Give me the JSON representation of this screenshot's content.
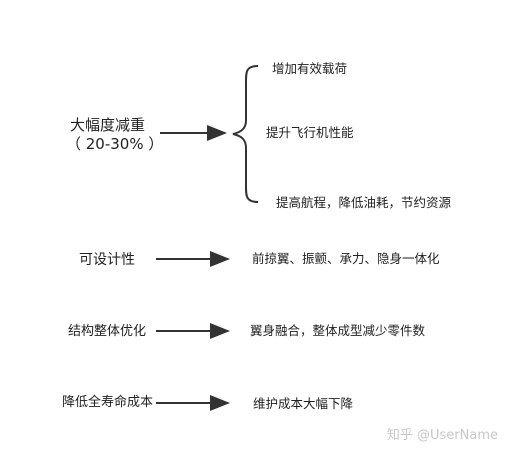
{
  "groups": [
    {
      "source_line1": "大幅度减重",
      "source_line2": "（ 20-30% ）",
      "targets": [
        "增加有效载荷",
        "提升飞行机性能",
        "提高航程，降低油耗，节约资源"
      ]
    },
    {
      "source": "可设计性",
      "target": "前掠翼、振颤、承力、隐身一体化"
    },
    {
      "source": "结构整体优化",
      "target": "翼身融合，整体成型减少零件数"
    },
    {
      "source": "降低全寿命成本",
      "target": "维护成本大幅下降"
    }
  ],
  "watermark": "知乎 @UserName",
  "colors": {
    "text": "#222222",
    "line": "#333333",
    "watermark": "#c7c7c7"
  }
}
